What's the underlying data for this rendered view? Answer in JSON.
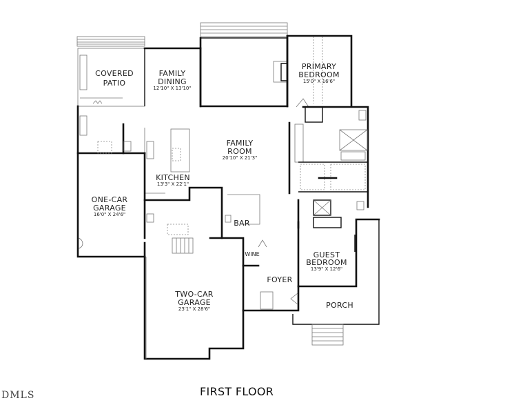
{
  "plan": {
    "title": "FIRST FLOOR",
    "watermark": "DMLS",
    "rooms": [
      {
        "id": "covered-patio",
        "name_lines": [
          "COVERED",
          "PATIO"
        ],
        "dimensions": ""
      },
      {
        "id": "family-dining",
        "name_lines": [
          "FAMILY",
          "DINING"
        ],
        "dimensions": "12'10\" X 13'10\""
      },
      {
        "id": "primary-bedroom",
        "name_lines": [
          "PRIMARY",
          "BEDROOM"
        ],
        "dimensions": "15'0\" X 16'6\""
      },
      {
        "id": "family-room",
        "name_lines": [
          "FAMILY",
          "ROOM"
        ],
        "dimensions": "20'10\" X 21'3\""
      },
      {
        "id": "kitchen",
        "name_lines": [
          "KITCHEN"
        ],
        "dimensions": "13'3\" X 22'1\""
      },
      {
        "id": "one-car-garage",
        "name_lines": [
          "ONE-CAR",
          "GARAGE"
        ],
        "dimensions": "16'0\" X 24'6\""
      },
      {
        "id": "bar",
        "name_lines": [
          "BAR"
        ],
        "dimensions": ""
      },
      {
        "id": "wine",
        "name_lines": [
          "WINE"
        ],
        "dimensions": ""
      },
      {
        "id": "foyer",
        "name_lines": [
          "FOYER"
        ],
        "dimensions": ""
      },
      {
        "id": "guest-bedroom",
        "name_lines": [
          "GUEST",
          "BEDROOM"
        ],
        "dimensions": "13'9\" X 12'6\""
      },
      {
        "id": "porch",
        "name_lines": [
          "PORCH"
        ],
        "dimensions": ""
      },
      {
        "id": "two-car-garage",
        "name_lines": [
          "TWO-CAR",
          "GARAGE"
        ],
        "dimensions": "23'1\" X 28'6\""
      }
    ]
  }
}
